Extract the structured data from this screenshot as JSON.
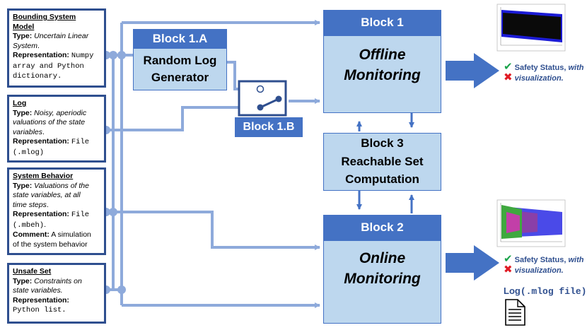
{
  "cards": {
    "bounding": {
      "title_line1": "Bounding System",
      "title_line2": "Model",
      "type_label": "Type:",
      "type_value_1": "Uncertain Linear",
      "type_value_2": "System",
      "type_value_end": ".",
      "repr_label": "Representation:",
      "repr_value_1": "Numpy",
      "repr_value_2": "array and Python",
      "repr_value_3": "dictionary."
    },
    "log": {
      "title": "Log",
      "type_label": "Type:",
      "type_value_1": "Noisy, aperiodic",
      "type_value_2": "valuations of the state",
      "type_value_3": "variables",
      "type_value_end": ".",
      "repr_label": "Representation:",
      "repr_value_1": "File",
      "repr_value_2": "(.mlog)"
    },
    "behavior": {
      "title": "System Behavior",
      "type_label": "Type:",
      "type_value_1": "Valuations of the",
      "type_value_2": "state variables, at all",
      "type_value_3": "time steps",
      "type_value_end": ".",
      "repr_label": "Representation:",
      "repr_value_1": "File",
      "repr_value_2": "(.mbeh)",
      "repr_value_end": ".",
      "comment_label": "Comment:",
      "comment_value_1": "A simulation",
      "comment_value_2": "of the system behavior"
    },
    "unsafe": {
      "title": "Unsafe Set",
      "type_label": "Type:",
      "type_value_1": "Constraints on",
      "type_value_2": "state variables.",
      "repr_label": "Representation:",
      "repr_value_1": "Python list."
    }
  },
  "blocks": {
    "b1a": {
      "head": "Block 1.A",
      "body_1": "Random Log",
      "body_2": "Generator"
    },
    "b1b": {
      "label": "Block 1.B"
    },
    "b1": {
      "head": "Block 1",
      "body_1": "Offline",
      "body_2": "Monitoring"
    },
    "b3": {
      "head": "Block 3",
      "body_1": "Reachable Set",
      "body_2": "Computation"
    },
    "b2": {
      "head": "Block 2",
      "body_1": "Online",
      "body_2": "Monitoring"
    }
  },
  "outputs": {
    "status_1a": "Safety Status,",
    "status_1b": "with",
    "status_2": "visualization.",
    "status2_1a": "Safety Status,",
    "status2_1b": "with",
    "status2_2": "visualization.",
    "log_file_prefix": "Log",
    "log_file_mono": "(.mlog file)"
  },
  "icons": {
    "tick": "✔",
    "cross": "✖"
  },
  "colors": {
    "wire": "#8eaadb",
    "block_head": "#4472c4",
    "block_body": "#bdd7ee",
    "card_border": "#2f4f8f"
  }
}
